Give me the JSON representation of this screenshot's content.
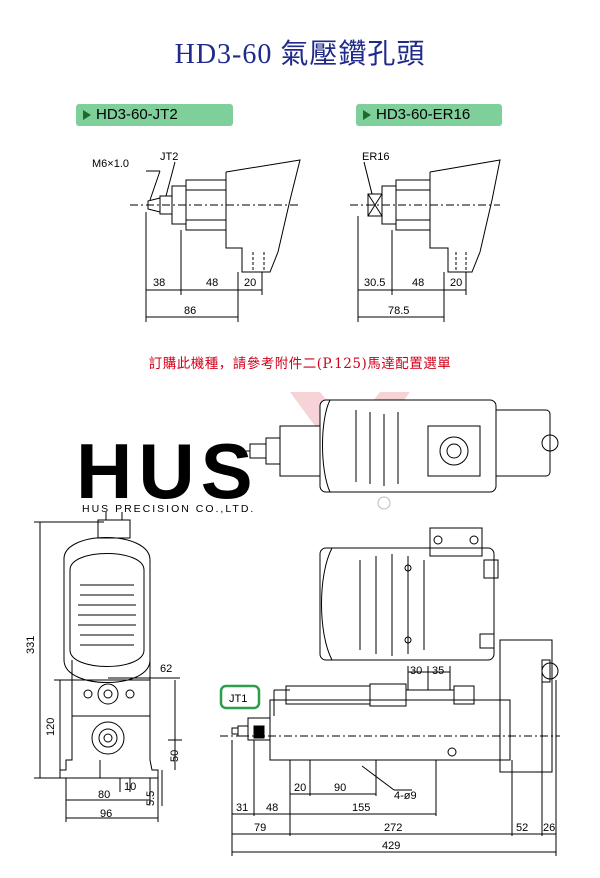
{
  "title": "HD3-60 氣壓鑽孔頭",
  "tags": {
    "left": "HD3-60-JT2",
    "right": "HD3-60-ER16"
  },
  "note": "訂購此機種，請參考附件二(P.125)馬達配置選單",
  "watermark": {
    "logo": "HUS",
    "company": "HUS PRECISION CO.,LTD."
  },
  "left_view": {
    "thread": "M6×1.0",
    "taper": "JT2",
    "dims": [
      "38",
      "48",
      "20",
      "86"
    ]
  },
  "right_view": {
    "collet": "ER16",
    "dims": [
      "30.5",
      "48",
      "20",
      "78.5"
    ]
  },
  "front_view": {
    "dims": [
      "331",
      "62",
      "120",
      "50",
      "10",
      "80",
      "5.5",
      "96"
    ]
  },
  "side_view": {
    "taper_label": "JT1",
    "dims_top": [
      "30",
      "35"
    ],
    "dims_mid": [
      "20",
      "90",
      "155",
      "4-ø9"
    ],
    "dims_bottom": [
      "31",
      "48",
      "79",
      "272",
      "52",
      "26",
      "429"
    ]
  },
  "colors": {
    "title": "#1f2a8a",
    "note": "#d0001a",
    "tag": "#7fcf9a",
    "highlight": "#2e9e4a"
  }
}
